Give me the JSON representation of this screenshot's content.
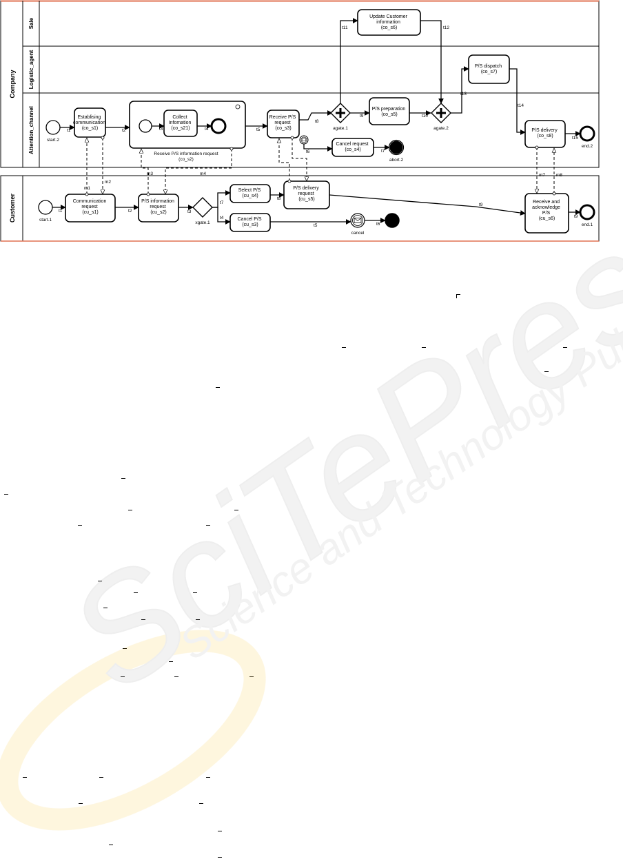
{
  "pools": [
    {
      "id": "company",
      "title": "Company",
      "lanes": [
        "Sale",
        "Logistic_agent",
        "Attention_channel"
      ]
    },
    {
      "id": "customer",
      "title": "Customer",
      "lanes": []
    }
  ],
  "tasks": {
    "co_s1": [
      "Establising",
      "communication",
      "(co_s1)"
    ],
    "co_s21": [
      "Collect",
      "Infomation",
      "(co_s21)"
    ],
    "co_s3": [
      "Receive P/S",
      "request",
      "(co_s3)"
    ],
    "co_s4": [
      "Cancel request",
      "(co_s4)"
    ],
    "co_s5": [
      "P/S preparation",
      "(co_s5)"
    ],
    "co_s6": [
      "Update Customer",
      "information",
      "(co_s6)"
    ],
    "co_s7": [
      "P/S dispatch",
      "(co_s7)"
    ],
    "co_s8": [
      "P/S delivery",
      "(co_s8)"
    ],
    "cu_s1": [
      "Communication",
      "request",
      "(cu_s1)"
    ],
    "cu_s2": [
      "P/S information",
      "request",
      "(cu_s2)"
    ],
    "cu_s4": [
      "Select P/S",
      "(cu_s4)"
    ],
    "cu_s3": [
      "Cancel P/S",
      "(cu_s3)"
    ],
    "cu_s5": [
      "P/S delivery",
      "request",
      "(cu_s5)"
    ],
    "cu_s6": [
      "Receive and",
      "acknowledge",
      "P/S",
      "(cu_s6)"
    ]
  },
  "subprocess": {
    "label": "Receive P/S information request",
    "id": "(co_s2)"
  },
  "events": {
    "start2": "start.2",
    "start1": "start.1",
    "end2": "end.2",
    "end1": "end.1",
    "abort2": "abort.2",
    "cancel": "cancel"
  },
  "gateways": {
    "agate1": "agate.1",
    "agate2": "agate.2",
    "xgate1": "xgate.1"
  },
  "flow_labels": {
    "co_t1": "t1",
    "co_t2": "t2",
    "co_t3": "t3",
    "co_t4": "t4",
    "co_t5": "t5",
    "co_t6": "t6",
    "co_t7": "t7",
    "co_t8": "t8",
    "co_t9": "t9",
    "co_t10": "t10",
    "co_t11": "t11",
    "co_t12": "t12",
    "co_t13": "t13",
    "co_t14": "t14",
    "co_t15": "t15",
    "cu_t1": "t1",
    "cu_t2": "t2",
    "cu_t3": "t3",
    "cu_t4": "t4",
    "cu_t5": "t5",
    "cu_t6": "t6",
    "cu_t7": "t7",
    "cu_t8": "t8",
    "cu_t9": "t9",
    "cu_t10": "t9"
  },
  "messages": {
    "m1": "m1",
    "m2": "m2",
    "m3": "m3",
    "m4": "m4",
    "m7": "m7",
    "m8": "m8"
  },
  "watermark": {
    "brand": "SciTePress",
    "tagline": "Science and Technology Publications",
    "color": "#b0b0b0",
    "accent": "#f5b800"
  },
  "colors": {
    "pool_border": "#e07050",
    "line": "#000000"
  }
}
